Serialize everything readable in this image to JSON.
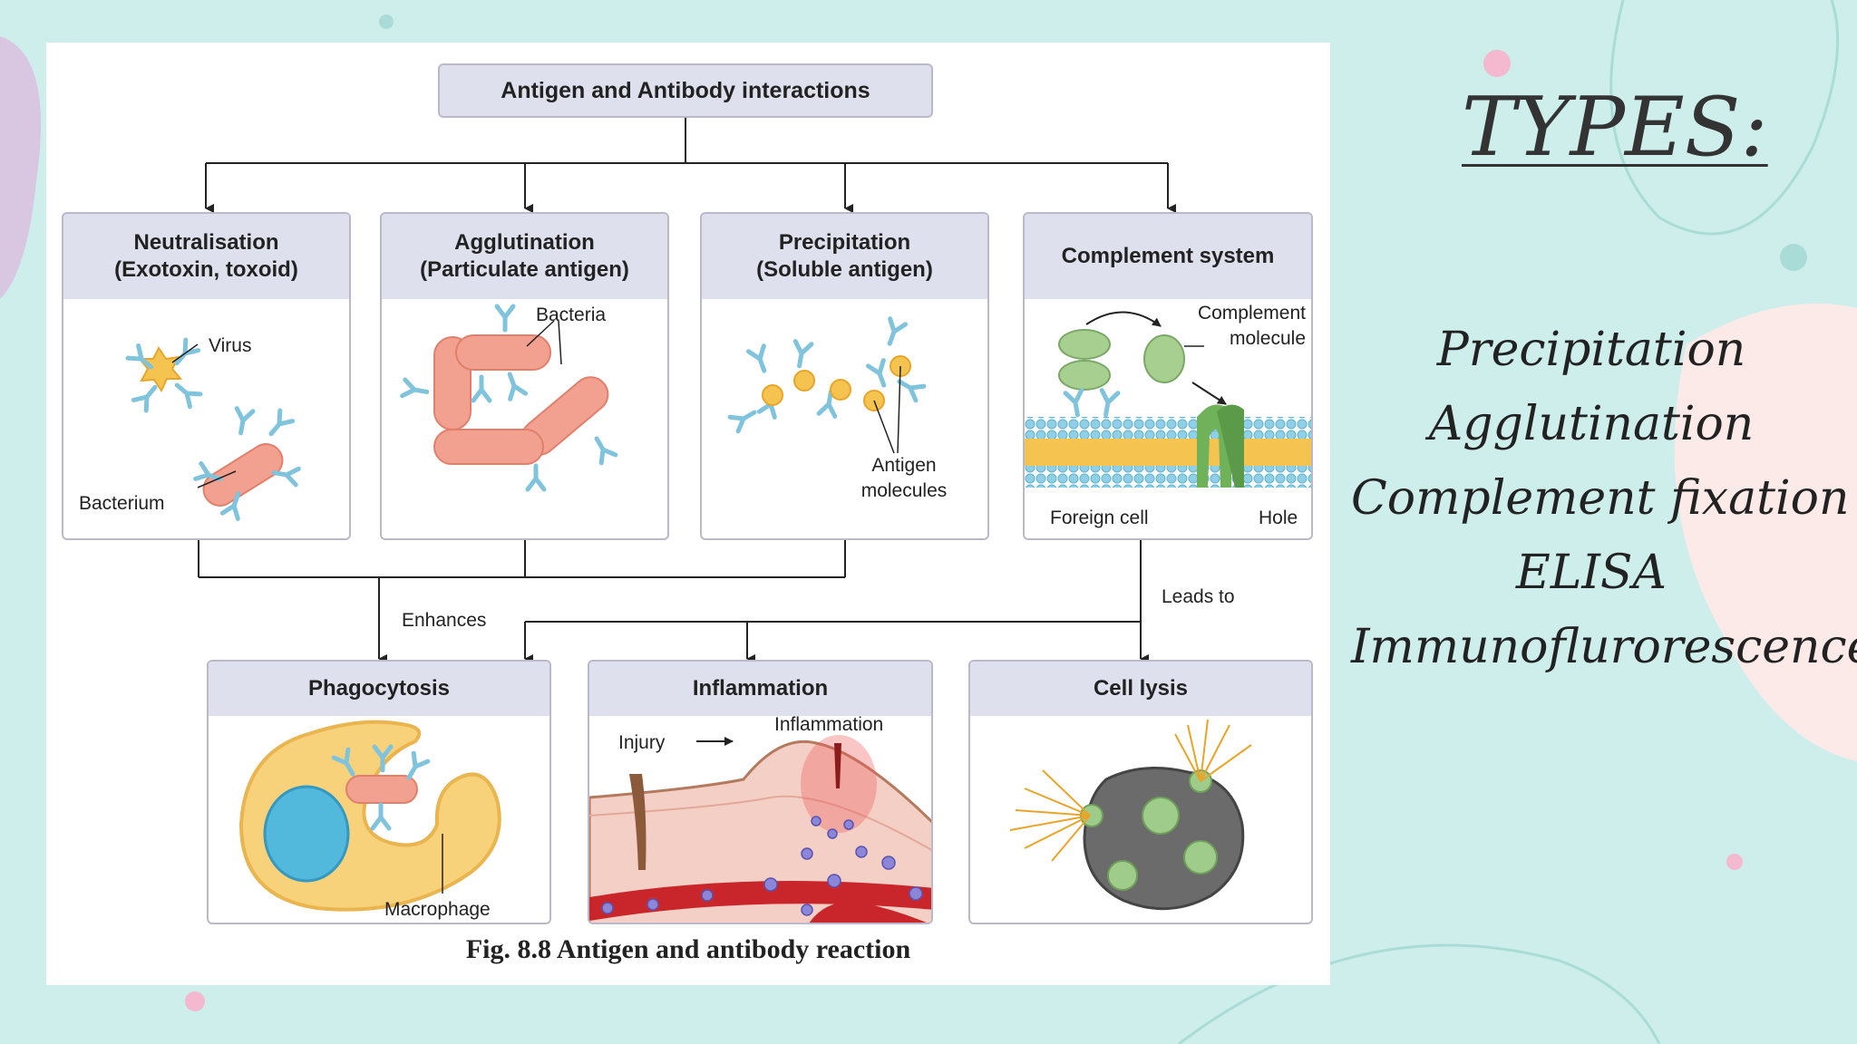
{
  "diagram": {
    "title": "Antigen and Antibody interactions",
    "top_boxes": [
      {
        "title": "Neutralisation",
        "subtitle": "(Exotoxin, toxoid)",
        "labels": [
          "Virus",
          "Bacterium"
        ]
      },
      {
        "title": "Agglutination",
        "subtitle": "(Particulate antigen)",
        "labels": [
          "Bacteria"
        ]
      },
      {
        "title": "Precipitation",
        "subtitle": "(Soluble antigen)",
        "labels": [
          "Antigen",
          "molecules"
        ]
      },
      {
        "title": "Complement system",
        "subtitle": "",
        "labels": [
          "Complement",
          "molecule",
          "Foreign cell",
          "Hole"
        ]
      }
    ],
    "bottom_boxes": [
      {
        "title": "Phagocytosis",
        "labels": [
          "Macrophage"
        ]
      },
      {
        "title": "Inflammation",
        "labels": [
          "Injury",
          "Inflammation"
        ]
      },
      {
        "title": "Cell lysis",
        "labels": []
      }
    ],
    "connectors": {
      "enhances": "Enhances",
      "leads_to": "Leads to"
    },
    "caption": "Fig. 8.8 Antigen and antibody reaction"
  },
  "side": {
    "heading": "TYPES:",
    "items": [
      "Precipitation",
      "Agglutination",
      "Complement fixation",
      "ELISA",
      "Immunoflurorescence"
    ]
  },
  "colors": {
    "background": "#cdeeea",
    "box_header": "#dfe0ee",
    "antibody": "#7fc3dc",
    "bacterium": "#f2a191",
    "antigen": "#f5c350",
    "complement": "#9fcc8a",
    "macrophage": "#f7d27a"
  }
}
